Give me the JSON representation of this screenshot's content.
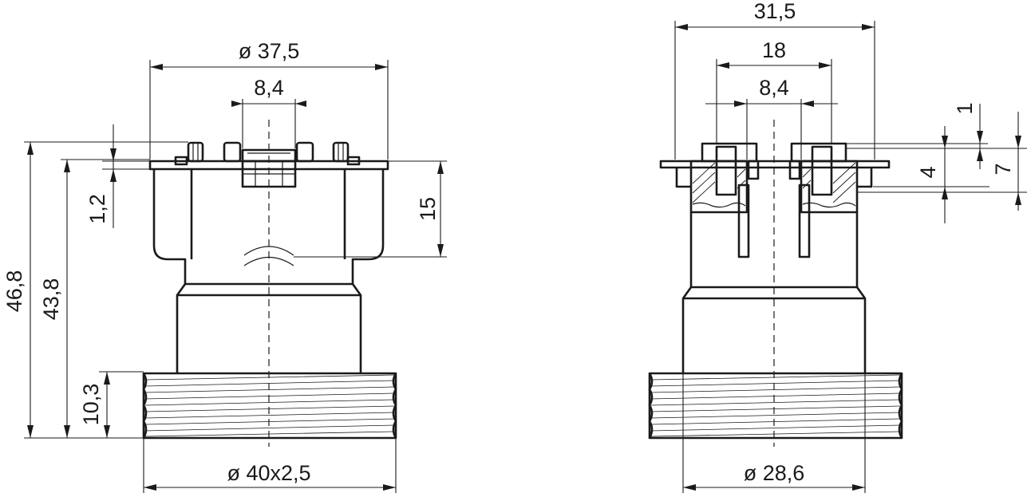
{
  "left_view": {
    "dim_top_diameter": "ø 37,5",
    "dim_inner_width": "8,4",
    "dim_overall_height": "46,8",
    "dim_body_height": "43,8",
    "dim_flange_thickness": "1,2",
    "dim_upper_height": "15",
    "dim_thread_height": "10,3",
    "dim_thread": "ø 40x2,5"
  },
  "right_view": {
    "dim_outer_width": "31,5",
    "dim_slot_width": "18",
    "dim_inner_width": "8,4",
    "dim_top_1": "1",
    "dim_top_4": "4",
    "dim_top_7": "7",
    "dim_base_diameter": "ø 28,6"
  }
}
